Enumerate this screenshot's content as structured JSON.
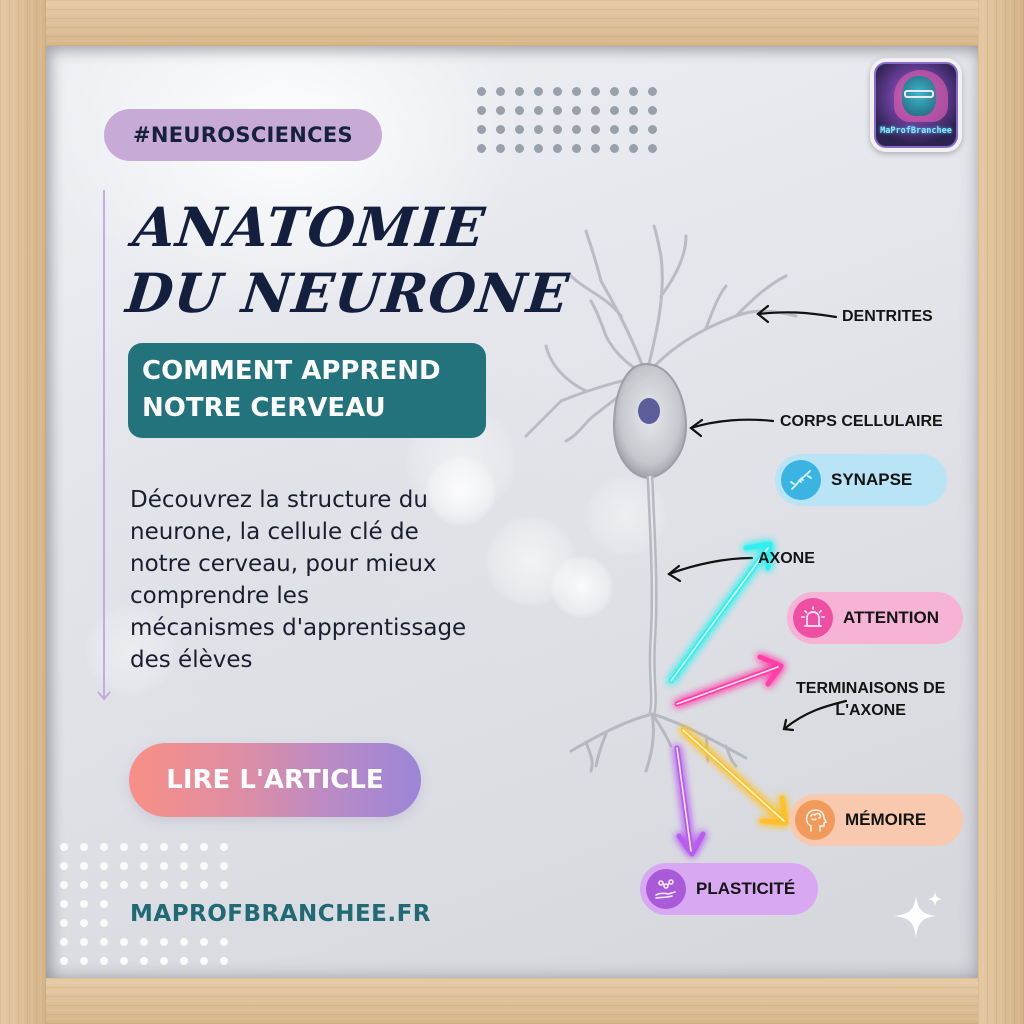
{
  "tag": {
    "label": "#NEUROSCIENCES",
    "color": "#c8aad6"
  },
  "title": {
    "line1": "ANATOMIE",
    "line2": "DU NEURONE",
    "color": "#131f3c"
  },
  "subtitle": {
    "line1": "COMMENT APPREND",
    "line2": "NOTRE CERVEAU",
    "background": "#23737c"
  },
  "description": {
    "lines": [
      "Découvrez la structure du",
      "neurone, la cellule clé de",
      "notre cerveau, pour mieux",
      "comprendre les",
      "mécanismes d'apprentissage",
      "des élèves"
    ]
  },
  "cta": {
    "label": "LIRE L'ARTICLE",
    "gradient": [
      "#f88f86",
      "#9b86d8"
    ]
  },
  "website": {
    "label": "MAPROFBRANCHEE.FR",
    "color": "#206a76"
  },
  "logo": {
    "text": "MaProfBranchee"
  },
  "diagram": {
    "labels": {
      "dendrites": "DENTRITES",
      "cell_body": "CORPS CELLULAIRE",
      "axon": "AXONE",
      "terminals_line1": "TERMINAISONS DE",
      "terminals_line2": "L'AXONE"
    },
    "pills": [
      {
        "label": "SYNAPSE",
        "icon": "synapse-icon",
        "bg": "#b8e4f6",
        "icon_bg": "#3bb4e4",
        "arrow": "#2ff0f0"
      },
      {
        "label": "ATTENTION",
        "icon": "siren-icon",
        "bg": "#f7b3d5",
        "icon_bg": "#ee4fa2",
        "arrow": "#ff3fa6"
      },
      {
        "label": "MÉMOIRE",
        "icon": "brain-head-icon",
        "bg": "#f8c9ae",
        "icon_bg": "#f29a5b",
        "arrow": "#ffc12b"
      },
      {
        "label": "PLASTICITÉ",
        "icon": "hand-network-icon",
        "bg": "#d8a8f2",
        "icon_bg": "#a85ad8",
        "arrow": "#b85cf0"
      }
    ]
  },
  "decorations": {
    "sparkle": "sparkle-icon"
  }
}
